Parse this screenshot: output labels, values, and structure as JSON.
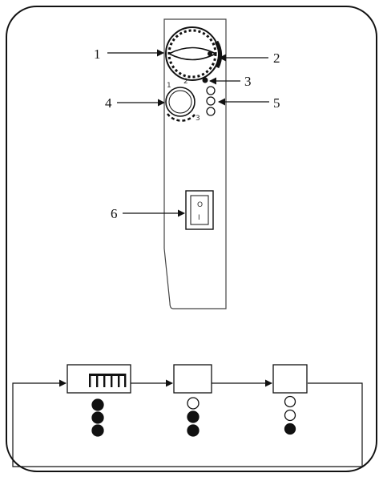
{
  "callouts": [
    {
      "number": "1",
      "target": "thermostat-knob"
    },
    {
      "number": "2",
      "target": "knob-indicator-arc"
    },
    {
      "number": "3",
      "target": "indicator-light"
    },
    {
      "number": "4",
      "target": "mode-selector-dial"
    },
    {
      "number": "5",
      "target": "status-lamps"
    },
    {
      "number": "6",
      "target": "power-switch"
    }
  ],
  "power_switch": {
    "on_symbol": "O",
    "off_symbol": "I"
  },
  "selector_dial_marks": [
    "1",
    "2",
    "3"
  ],
  "sequence": {
    "stages": [
      {
        "heating_bars": 5,
        "lamps": [
          "filled",
          "filled",
          "filled"
        ]
      },
      {
        "heating_bars": 0,
        "lamps": [
          "empty",
          "filled",
          "filled"
        ]
      },
      {
        "heating_bars": 0,
        "lamps": [
          "empty",
          "empty",
          "filled"
        ]
      }
    ]
  }
}
